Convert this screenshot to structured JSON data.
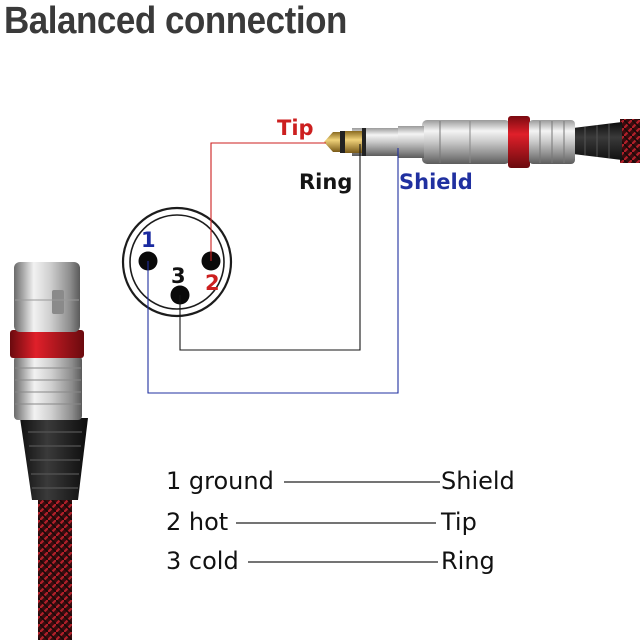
{
  "title": "Balanced connection",
  "labels": {
    "tip": "Tip",
    "ring": "Ring",
    "shield": "Shield"
  },
  "pins": {
    "pin1": "1",
    "pin2": "2",
    "pin3": "3"
  },
  "mapping": [
    {
      "pin": "1 ground",
      "contact": "Shield"
    },
    {
      "pin": "2 hot",
      "contact": "Tip"
    },
    {
      "pin": "3 cold",
      "contact": "Ring"
    }
  ],
  "colors": {
    "tip_wire": "#cc1f1f",
    "ring_wire": "#151515",
    "shield_wire": "#2030a0",
    "collar_red": "#c8101a"
  }
}
